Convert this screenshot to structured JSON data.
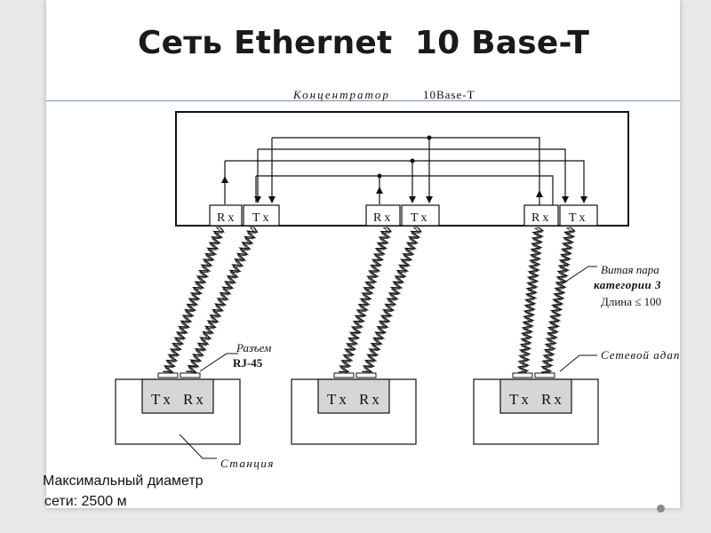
{
  "slide": {
    "title": "Сеть Ethernet  10 Base-T"
  },
  "diagram": {
    "hub_label": "Концентратор",
    "hub_standard": "10Base-T",
    "ports": [
      {
        "rx": "Rx",
        "tx": "Tx"
      },
      {
        "rx": "Rx",
        "tx": "Tx"
      },
      {
        "rx": "Rx",
        "tx": "Tx"
      }
    ],
    "stations": [
      {
        "tx": "Tx",
        "rx": "Rx"
      },
      {
        "tx": "Tx",
        "rx": "Rx"
      },
      {
        "tx": "Tx",
        "rx": "Rx"
      }
    ],
    "connector_label_line1": "Разъем",
    "connector_label_line2": "RJ-45",
    "twisted_pair_line1": "Витая пара",
    "twisted_pair_line2": "категории 3",
    "twisted_pair_line3": "Длина ≤ 100",
    "adapter_label": "Сетевой адаптер",
    "station_label": "Станция"
  },
  "footer": {
    "line1": "Максимальный диаметр",
    "line2": "сети: 2500 м"
  }
}
